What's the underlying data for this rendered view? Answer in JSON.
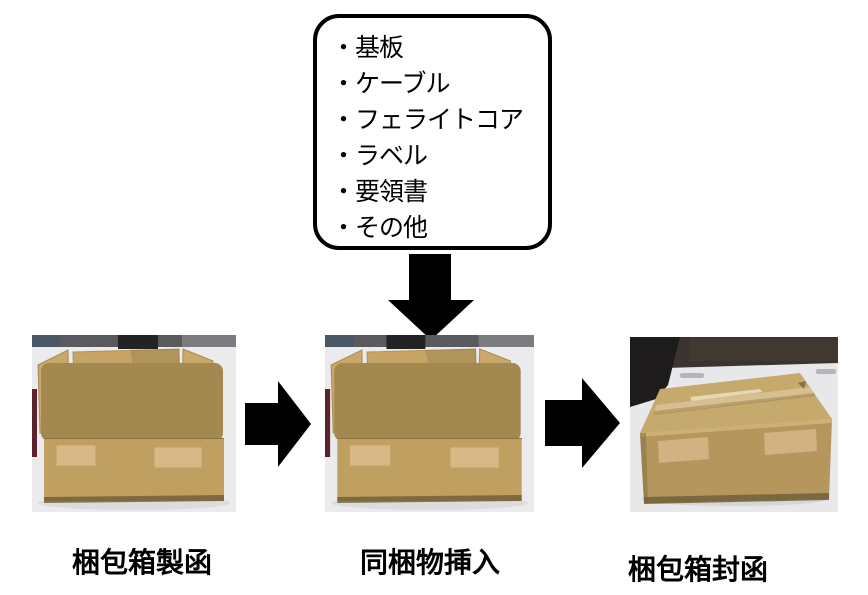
{
  "contents_box": {
    "items": [
      "・基板",
      "・ケーブル",
      "・フェライトコア",
      "・ラベル",
      "・要領書",
      "・その他"
    ]
  },
  "steps": [
    {
      "label": "梱包箱製函",
      "photo": "open-cardboard-box-with-flaps-up"
    },
    {
      "label": "同梱物挿入",
      "photo": "open-cardboard-box-with-flaps-up"
    },
    {
      "label": "梱包箱封函",
      "photo": "sealed-cardboard-box-with-tape"
    }
  ],
  "icons": {
    "down_arrow": "solid-black-down-arrow",
    "right_arrow": "solid-black-right-arrow"
  },
  "colors": {
    "arrow": "#000000",
    "box_border": "#000000",
    "text": "#000000",
    "cardboard": "#bfa061",
    "cardboard_light": "#d7b988",
    "cardboard_dark": "#a3884f",
    "table_surface": "#ebeaec",
    "dark_background": "#3b3331"
  }
}
